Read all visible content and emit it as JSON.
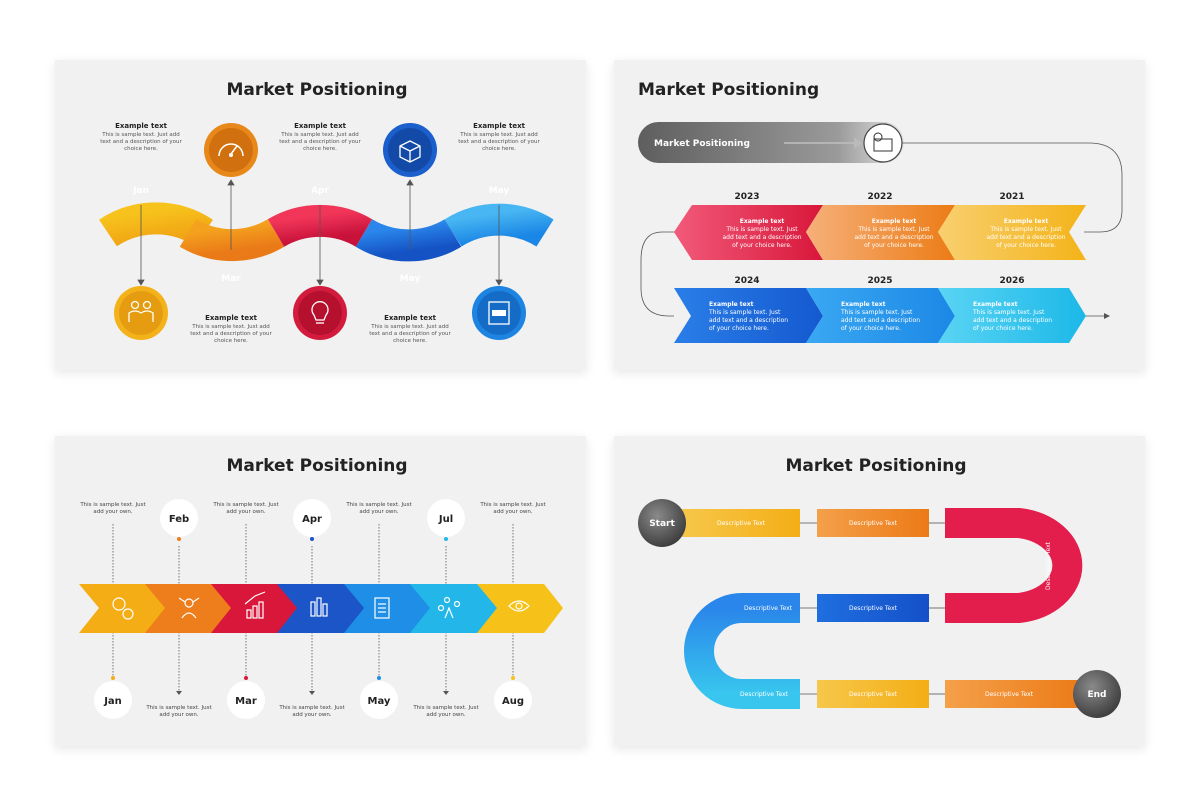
{
  "slide1": {
    "title": "Market Positioning",
    "month_labels": [
      "Jan",
      "Mar",
      "Apr",
      "May",
      "May"
    ],
    "blocks": [
      {
        "heading": "Example text",
        "lines": [
          "This is sample text. Just add",
          "text and a description of your",
          "choice here."
        ]
      },
      {
        "heading": "Example text",
        "lines": [
          "This is sample text. Just add",
          "text and a description of your",
          "choice here."
        ]
      },
      {
        "heading": "Example text",
        "lines": [
          "This is sample text. Just add",
          "text and a description of your",
          "choice here."
        ]
      },
      {
        "heading": "Example text",
        "lines": [
          "This is sample text. Just add",
          "text and a description of your",
          "choice here."
        ]
      },
      {
        "heading": "Example text",
        "lines": [
          "This is sample text. Just add",
          "text and a description of your",
          "choice here."
        ]
      }
    ],
    "icons": [
      "speedometer-icon",
      "box-icon",
      "people-icon",
      "lightbulb-icon",
      "new-document-icon"
    ]
  },
  "slide2": {
    "title": "Market Positioning",
    "pill_label": "Market Positioning",
    "years_top": [
      "2023",
      "2022",
      "2021"
    ],
    "years_bottom": [
      "2024",
      "2025",
      "2026"
    ],
    "block_heading": "Example text",
    "block_lines": [
      "This is sample text. Just",
      "add text and a description",
      "of your choice here."
    ],
    "colors": {
      "top": [
        "#e8204a",
        "#f08a1c",
        "#f4b81e"
      ],
      "bottom": [
        "#1565d8",
        "#1e96ea",
        "#22c4ea"
      ]
    }
  },
  "slide3": {
    "title": "Market Positioning",
    "top_months": [
      "Feb",
      "Apr",
      "Jul"
    ],
    "bottom_months": [
      "Jan",
      "Mar",
      "May",
      "Aug"
    ],
    "note_lines": [
      "This is sample text. Just",
      "add your own."
    ],
    "arrow_colors": [
      "#f4ad14",
      "#ee7d1b",
      "#d8173a",
      "#1b55c8",
      "#1e8ee6",
      "#22b7e8",
      "#f6c21a"
    ],
    "icons": [
      "gears-icon",
      "network-person-icon",
      "growth-chart-icon",
      "bar-chart-icon",
      "checklist-icon",
      "touch-network-icon",
      "analytics-eye-icon"
    ]
  },
  "slide4": {
    "title": "Market Positioning",
    "start_label": "Start",
    "end_label": "End",
    "descriptive": "Descriptive Text"
  }
}
